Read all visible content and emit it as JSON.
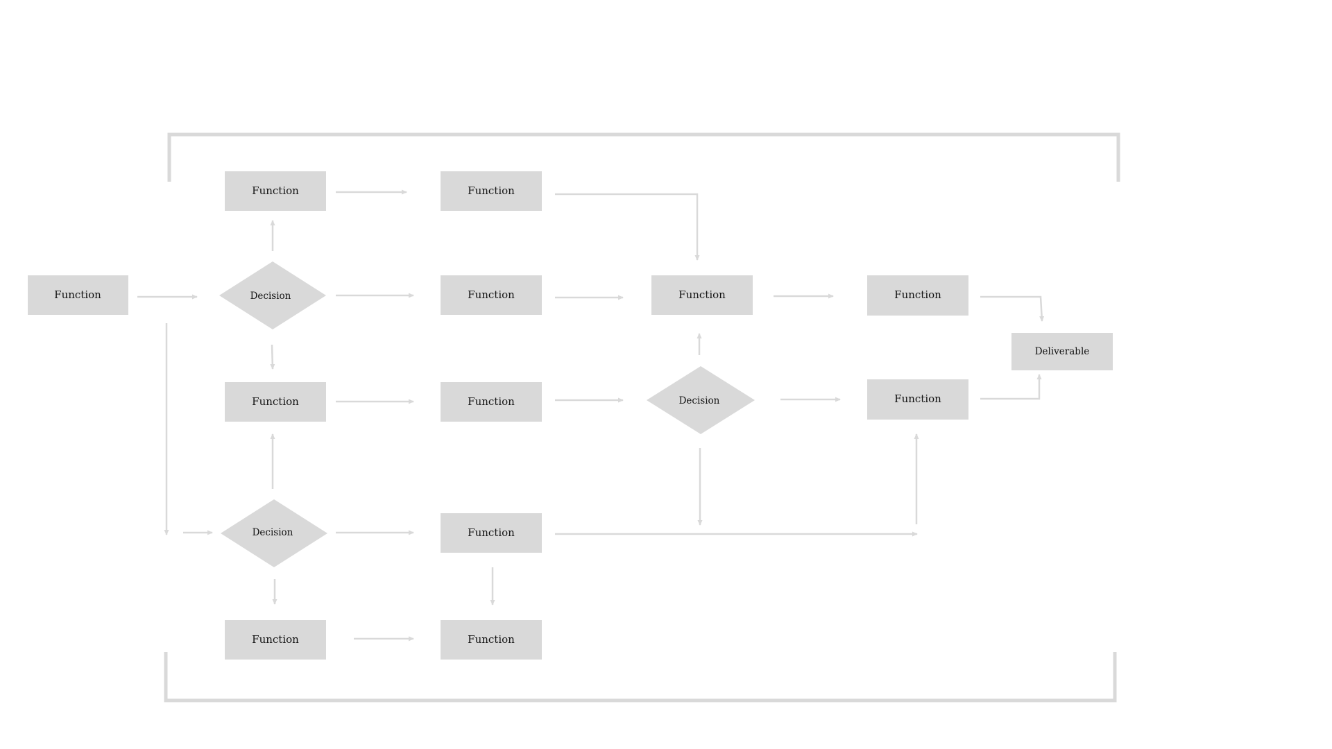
{
  "diagram": {
    "colors": {
      "background": "#ffffff",
      "node_fill": "#d9d9d9",
      "connector": "#d9d9d9",
      "label": "#111111"
    },
    "nodes": {
      "f_left": {
        "label": "Function",
        "shape": "box"
      },
      "f_r1c1": {
        "label": "Function",
        "shape": "box"
      },
      "f_r1c2": {
        "label": "Function",
        "shape": "box"
      },
      "d_r2c1": {
        "label": "Decision",
        "shape": "diamond"
      },
      "f_r2c2": {
        "label": "Function",
        "shape": "box"
      },
      "f_r2c3": {
        "label": "Function",
        "shape": "box"
      },
      "f_r2c4": {
        "label": "Function",
        "shape": "box"
      },
      "f_r3c1": {
        "label": "Function",
        "shape": "box"
      },
      "f_r3c2": {
        "label": "Function",
        "shape": "box"
      },
      "d_r3c3": {
        "label": "Decision",
        "shape": "diamond"
      },
      "f_r3c4": {
        "label": "Function",
        "shape": "box"
      },
      "deliverable": {
        "label": "Deliverable",
        "shape": "box"
      },
      "d_r4c1": {
        "label": "Decision",
        "shape": "diamond"
      },
      "f_r4c2": {
        "label": "Function",
        "shape": "box"
      },
      "f_r5c1": {
        "label": "Function",
        "shape": "box"
      },
      "f_r5c2": {
        "label": "Function",
        "shape": "box"
      }
    }
  }
}
